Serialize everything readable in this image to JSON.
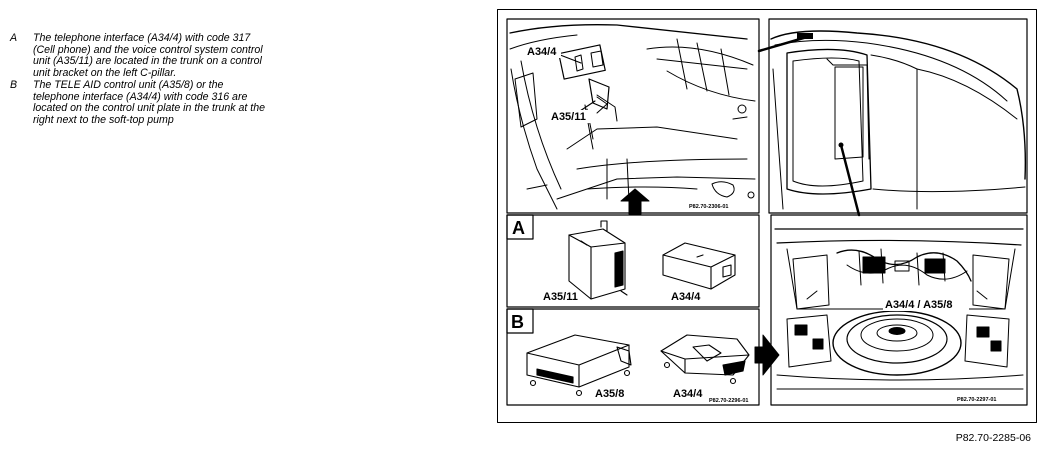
{
  "legend": [
    {
      "key": "A",
      "text": "The telephone interface (A34/4) with code 317 (Cell phone) and the voice control system control unit (A35/11) are located in the trunk on a control unit bracket on the left C-pillar."
    },
    {
      "key": "B",
      "text": "The TELE AID control unit (A35/8) or the telephone interface (A34/4) with code 316 are located on the control unit plate in the trunk at the right next to the soft-top pump"
    }
  ],
  "figure": {
    "trunk_view": {
      "label_a34_4": "A34/4",
      "label_a35_11": "A35/11",
      "code": "P82.70-2306-01"
    },
    "panel_a": {
      "letter": "A",
      "label_a35_11": "A35/11",
      "label_a34_4": "A34/4"
    },
    "panel_b": {
      "letter": "B",
      "label_a35_8": "A35/8",
      "label_a34_4": "A34/4",
      "code": "P82.70-2296-01"
    },
    "right_view": {
      "label": "A34/4 / A35/8",
      "code": "P82.70-2297-01"
    }
  },
  "reference": "P82.70-2285-06"
}
